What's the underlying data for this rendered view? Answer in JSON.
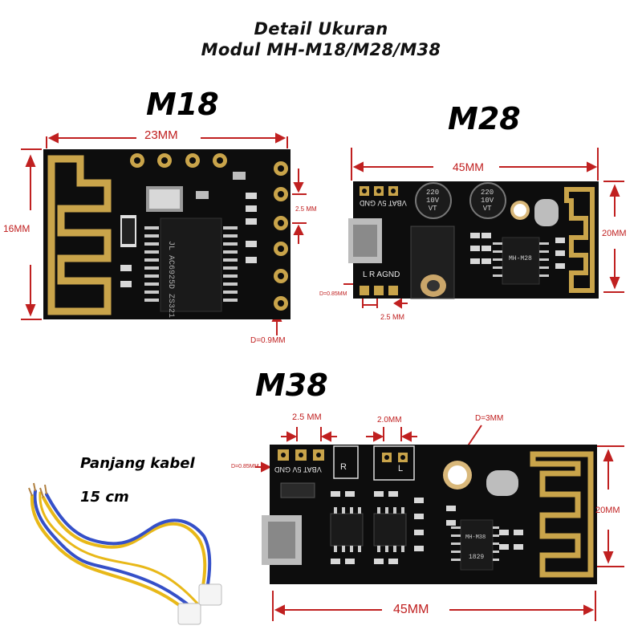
{
  "title": {
    "line1": "Detail Ukuran",
    "line2": "Modul MH-M18/M28/M38"
  },
  "m18": {
    "label": "M18",
    "width_dim": "23MM",
    "height_dim": "16MM",
    "pitch_dim": "2.5  MM",
    "hole_dim": "D=0.9MM",
    "chip_text": "JL AC6925D  ZS321"
  },
  "m28": {
    "label": "M28",
    "width_dim": "45MM",
    "height_dim": "20MM",
    "pitch_dim": "2.5  MM",
    "hole_dim": "D=0.85MM",
    "top_pins": "VBAT 5V GND",
    "bottom_pins": "L  R  AGND",
    "cap1": "220\n10V\nVT",
    "cap1_line1": "220",
    "cap1_line2": "10V",
    "cap1_line3": "VT",
    "cap2_line1": "220",
    "cap2_line2": "10V",
    "cap2_line3": "VT",
    "chip_text": "MH-M28"
  },
  "m38": {
    "label": "M38",
    "width_dim": "45MM",
    "height_dim": "20MM",
    "pitch_dim_left": "2.5  MM",
    "pitch_dim_right": "2.0MM",
    "hole_dim": "D=3MM",
    "pin_dim": "D=0.85MM",
    "top_pins": "VBAT 5V GND",
    "r_label": "R",
    "l_label": "L",
    "chip_text": "MH-M38",
    "chip_text2": "1829"
  },
  "cable": {
    "caption_line1": "Panjang kabel",
    "caption_line2": "15 cm"
  },
  "colors": {
    "dimension_red": "#c02020",
    "pcb_black": "#0d0d0d",
    "gold": "#c9a44a"
  }
}
